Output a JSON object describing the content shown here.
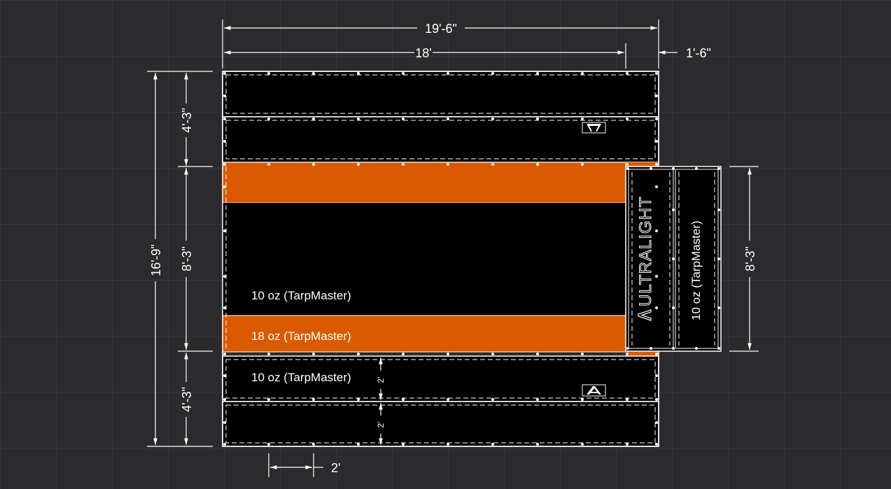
{
  "colors": {
    "background": "#2b2b2e",
    "grid": "#3f3f4a",
    "panel": "#000000",
    "accent": "#d95a00",
    "line": "#ffffff"
  },
  "dimensions": {
    "overall_width": "19'-6\"",
    "main_width": "18'",
    "extension_width": "1'-6\"",
    "overall_height": "16'-9\"",
    "top_section": "4'-3\"",
    "middle_section": "8'-3\"",
    "bottom_section": "4'-3\"",
    "side_height": "8'-3\"",
    "grommet_spacing": "2'",
    "strip_a": "2'",
    "strip_b": "2'"
  },
  "labels": {
    "fabric_10oz": "10 oz (TarpMaster)",
    "fabric_18oz": "18 oz (TarpMaster)",
    "fabric_10oz_lower": "10 oz (TarpMaster)",
    "side_fabric": "10 oz (TarpMaster)",
    "brand": "ULTRALIGHT"
  },
  "icons": {
    "logo_top": "ultralight-logo-icon",
    "logo_bottom": "ultralight-logo-icon"
  }
}
